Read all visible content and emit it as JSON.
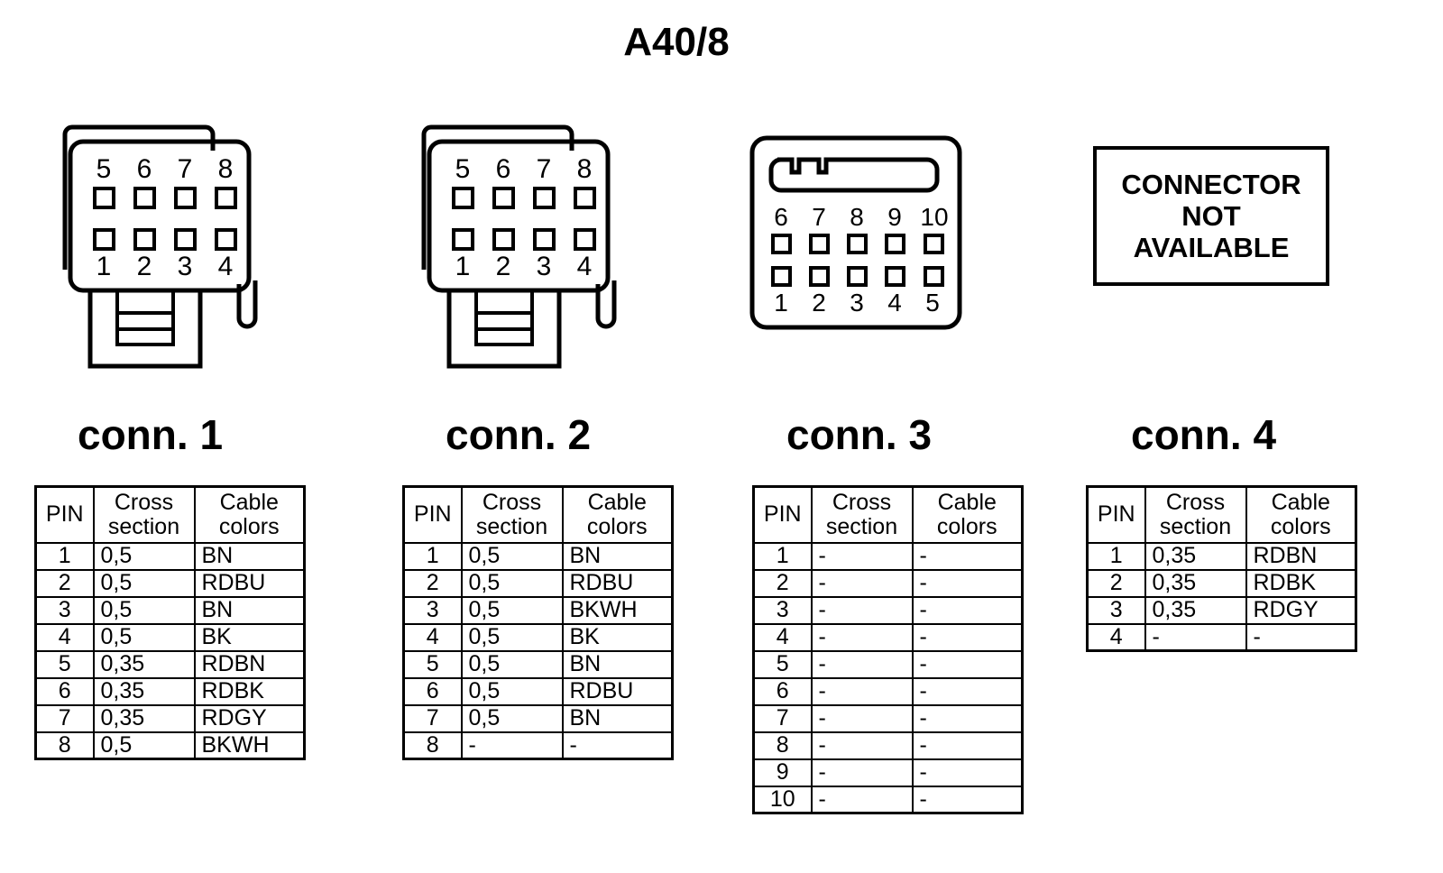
{
  "sheet": {
    "title": "A40/8"
  },
  "connectors": [
    {
      "caption": "conn. 1",
      "type": "8-pin-rectangular-housing",
      "pin_labels_top": [
        "5",
        "6",
        "7",
        "8"
      ],
      "pin_labels_bottom": [
        "1",
        "2",
        "3",
        "4"
      ]
    },
    {
      "caption": "conn. 2",
      "type": "8-pin-rectangular-housing",
      "pin_labels_top": [
        "5",
        "6",
        "7",
        "8"
      ],
      "pin_labels_bottom": [
        "1",
        "2",
        "3",
        "4"
      ]
    },
    {
      "caption": "conn. 3",
      "type": "10-pin-square-housing",
      "pin_labels_top": [
        "6",
        "7",
        "8",
        "9",
        "10"
      ],
      "pin_labels_bottom": [
        "1",
        "2",
        "3",
        "4",
        "5"
      ]
    },
    {
      "caption": "conn. 4",
      "type": "not-available",
      "notice_lines": [
        "CONNECTOR",
        "NOT",
        "AVAILABLE"
      ]
    }
  ],
  "tables": [
    {
      "name": "conn-1-pin-table",
      "headers": [
        "PIN",
        "Cross section",
        "Cable colors"
      ],
      "header_lines": [
        [
          "PIN",
          ""
        ],
        [
          "Cross",
          "section"
        ],
        [
          "Cable",
          "colors"
        ]
      ],
      "rows": [
        [
          "1",
          "0,5",
          "BN"
        ],
        [
          "2",
          "0,5",
          "RDBU"
        ],
        [
          "3",
          "0,5",
          "BN"
        ],
        [
          "4",
          "0,5",
          "BK"
        ],
        [
          "5",
          "0,35",
          "RDBN"
        ],
        [
          "6",
          "0,35",
          "RDBK"
        ],
        [
          "7",
          "0,35",
          "RDGY"
        ],
        [
          "8",
          "0,5",
          "BKWH"
        ]
      ]
    },
    {
      "name": "conn-2-pin-table",
      "headers": [
        "PIN",
        "Cross section",
        "Cable colors"
      ],
      "header_lines": [
        [
          "PIN",
          ""
        ],
        [
          "Cross",
          "section"
        ],
        [
          "Cable",
          "colors"
        ]
      ],
      "rows": [
        [
          "1",
          "0,5",
          "BN"
        ],
        [
          "2",
          "0,5",
          "RDBU"
        ],
        [
          "3",
          "0,5",
          "BKWH"
        ],
        [
          "4",
          "0,5",
          "BK"
        ],
        [
          "5",
          "0,5",
          "BN"
        ],
        [
          "6",
          "0,5",
          "RDBU"
        ],
        [
          "7",
          "0,5",
          "BN"
        ],
        [
          "8",
          "-",
          "-"
        ]
      ]
    },
    {
      "name": "conn-3-pin-table",
      "headers": [
        "PIN",
        "Cross section",
        "Cable colors"
      ],
      "header_lines": [
        [
          "PIN",
          ""
        ],
        [
          "Cross",
          "section"
        ],
        [
          "Cable",
          "colors"
        ]
      ],
      "rows": [
        [
          "1",
          "-",
          "-"
        ],
        [
          "2",
          "-",
          "-"
        ],
        [
          "3",
          "-",
          "-"
        ],
        [
          "4",
          "-",
          "-"
        ],
        [
          "5",
          "-",
          "-"
        ],
        [
          "6",
          "-",
          "-"
        ],
        [
          "7",
          "-",
          "-"
        ],
        [
          "8",
          "-",
          "-"
        ],
        [
          "9",
          "-",
          "-"
        ],
        [
          "10",
          "-",
          "-"
        ]
      ]
    },
    {
      "name": "conn-4-pin-table",
      "headers": [
        "PIN",
        "Cross section",
        "Cable colors"
      ],
      "header_lines": [
        [
          "PIN",
          ""
        ],
        [
          "Cross",
          "section"
        ],
        [
          "Cable",
          "colors"
        ]
      ],
      "rows": [
        [
          "1",
          "0,35",
          "RDBN"
        ],
        [
          "2",
          "0,35",
          "RDBK"
        ],
        [
          "3",
          "0,35",
          "RDGY"
        ],
        [
          "4",
          "-",
          "-"
        ]
      ]
    }
  ],
  "colors": {
    "ink": "#000000",
    "paper": "#ffffff"
  }
}
